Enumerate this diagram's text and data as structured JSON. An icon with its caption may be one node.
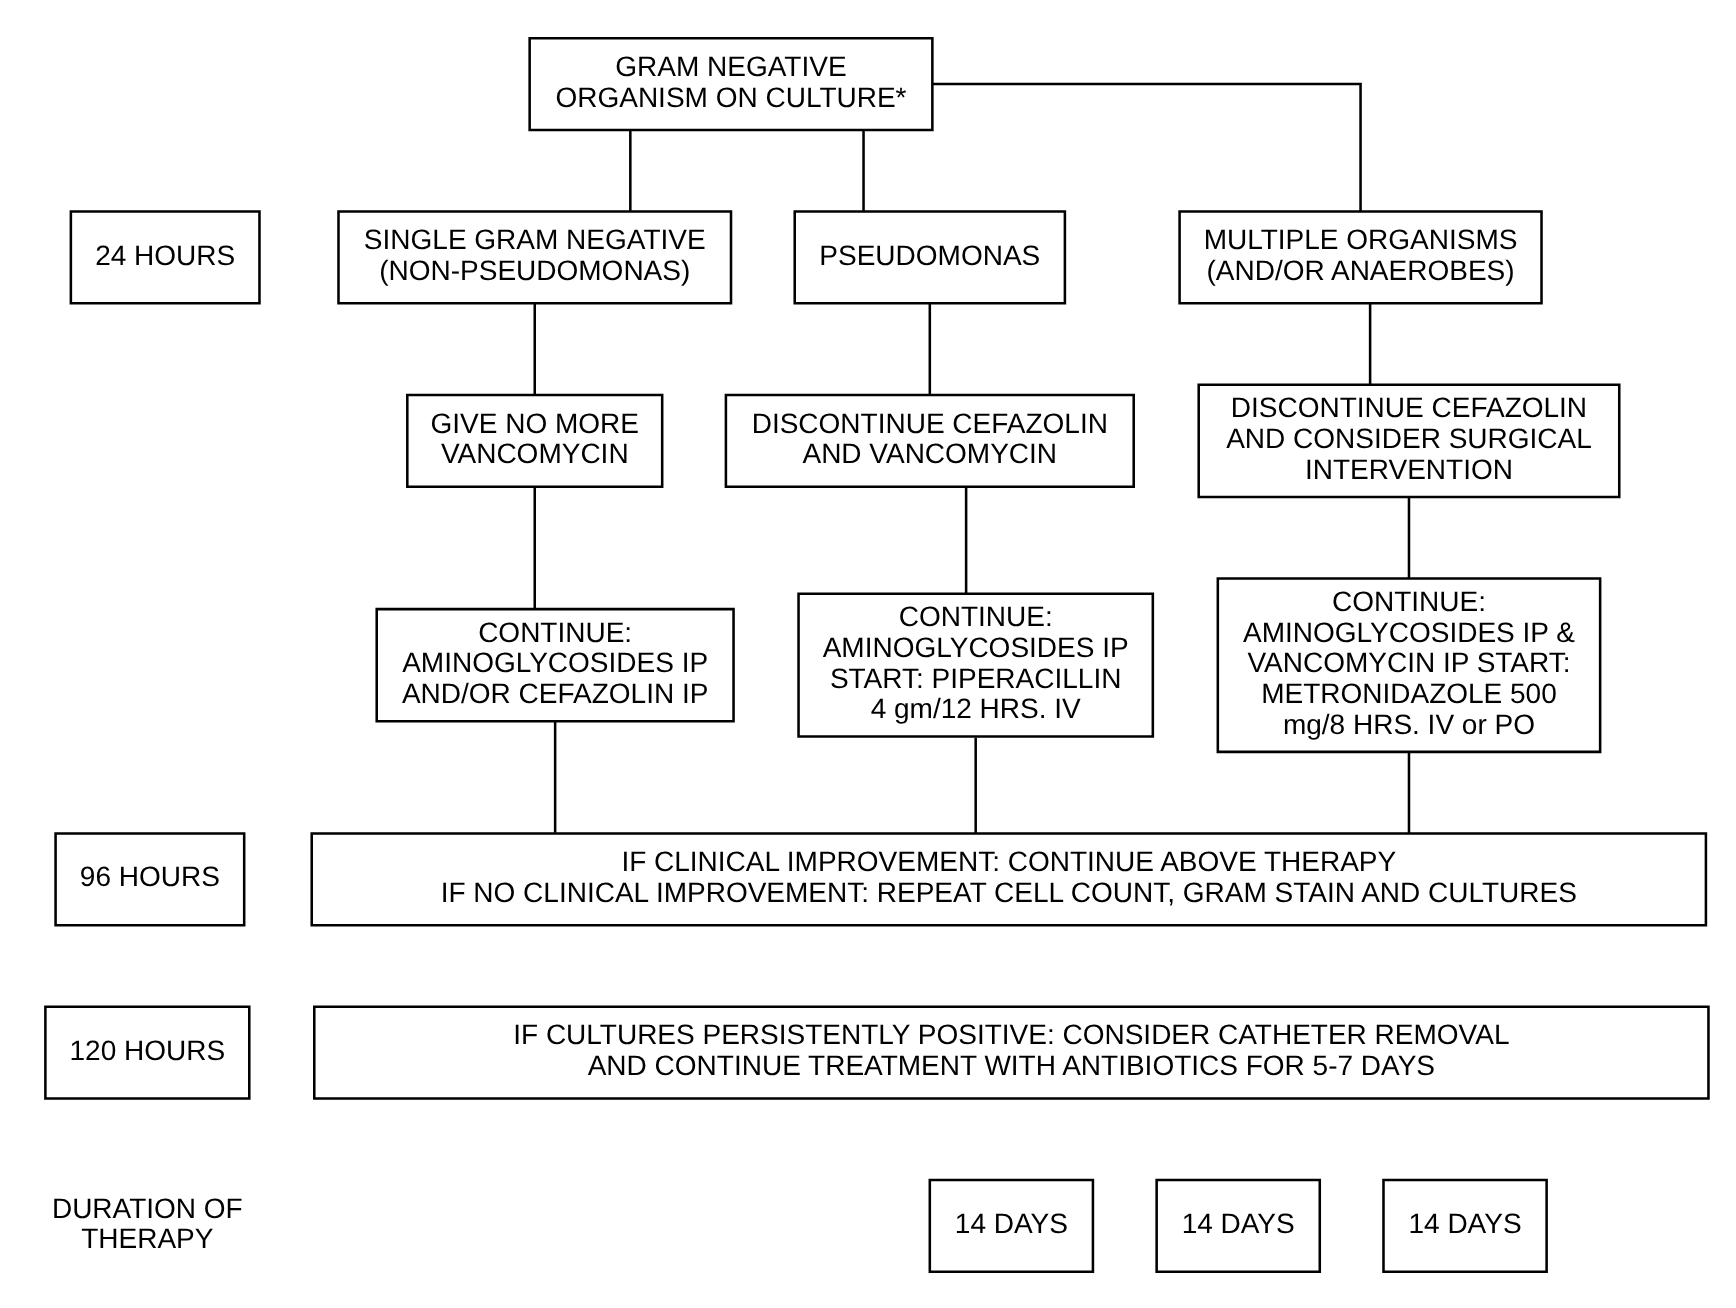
{
  "diagram": {
    "nodes": [
      {
        "text": [
          "GRAM NEGATIVE ORGANISM ON CULTURE*"
        ]
      },
      {
        "text": [
          "24 HOURS"
        ]
      },
      {
        "text": [
          "SINGLE GRAM NEGATIVE (NON-PSEUDOMONAS)"
        ]
      },
      {
        "text": [
          "PSEUDOMONAS"
        ]
      },
      {
        "text": [
          "MULTIPLE ORGANISMS (AND/OR ANAEROBES)"
        ]
      },
      {
        "text": [
          "GIVE NO MORE VANCOMYCIN"
        ]
      },
      {
        "text": [
          "DISCONTINUE CEFAZOLIN AND VANCOMYCIN"
        ]
      },
      {
        "text": [
          "DISCONTINUE CEFAZOLIN AND CONSIDER SURGICAL INTERVENTION"
        ]
      },
      {
        "text": [
          "CONTINUE: AMINOGLYCOSIDES IP AND/OR CEFAZOLIN IP"
        ]
      },
      {
        "text": [
          "CONTINUE: AMINOGLYCOSIDES IP START: PIPERACILLIN 4 gm/12 HRS. IV"
        ]
      },
      {
        "text": [
          "CONTINUE: AMINOGLYCOSIDES IP & VANCOMYCIN IP START: METRONIDAZOLE 500 mg/8 HRS. IV or PO"
        ]
      },
      {
        "text": [
          "96 HOURS"
        ]
      },
      {
        "text": [
          "IF CLINICAL IMPROVEMENT: CONTINUE ABOVE THERAPY",
          "IF NO CLINICAL IMPROVEMENT: REPEAT CELL COUNT, GRAM STAIN AND CULTURES"
        ]
      },
      {
        "text": [
          "120 HOURS"
        ]
      },
      {
        "text": [
          "IF CULTURES PERSISTENTLY POSITIVE: CONSIDER CATHETER REMOVAL AND CONTINUE TREATMENT WITH ANTIBIOTICS FOR 5-7 DAYS"
        ]
      },
      {
        "text": [
          "14 DAYS"
        ]
      },
      {
        "text": [
          "14 DAYS"
        ]
      },
      {
        "text": [
          "14 DAYS"
        ]
      }
    ],
    "edges": [
      {
        "from": 0,
        "to": 2,
        "arrow": "none"
      },
      {
        "from": 0,
        "to": 3,
        "arrow": "none"
      },
      {
        "from": 0,
        "to": 4,
        "arrow": "none"
      },
      {
        "from": 2,
        "to": 5,
        "arrow": "none"
      },
      {
        "from": 3,
        "to": 6,
        "arrow": "none"
      },
      {
        "from": 4,
        "to": 7,
        "arrow": "none"
      },
      {
        "from": 5,
        "to": 8,
        "arrow": "none"
      },
      {
        "from": 6,
        "to": 9,
        "arrow": "none"
      },
      {
        "from": 7,
        "to": 10,
        "arrow": "none"
      },
      {
        "from": 8,
        "to": 12,
        "arrow": "none"
      },
      {
        "from": 9,
        "to": 12,
        "arrow": "none"
      },
      {
        "from": 10,
        "to": 12,
        "arrow": "none"
      }
    ],
    "labels": [
      "DURATION OF THERAPY"
    ]
  }
}
